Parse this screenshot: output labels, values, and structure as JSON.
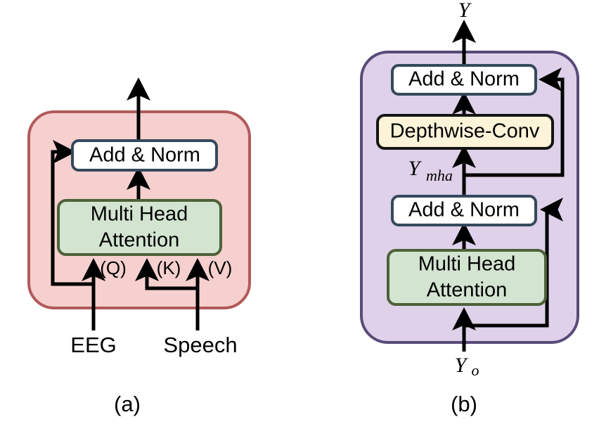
{
  "figure": {
    "type": "architecture-diagram",
    "background": "#ffffff",
    "panels": [
      {
        "id": "a",
        "caption": "(a)",
        "fill": "#f6cfcf",
        "stroke": "#b25a5a",
        "nodes": [
          {
            "id": "a-add-norm",
            "label": "Add & Norm",
            "fill": "#ffffff",
            "stroke": "#35495c"
          },
          {
            "id": "a-mha",
            "label_line1": "Multi Head",
            "label_line2": "Attention",
            "fill": "#d3e4d1",
            "stroke": "#4d6138"
          }
        ],
        "ports": [
          "(Q)",
          "(K)",
          "(V)"
        ],
        "inputs": [
          "EEG",
          "Speech"
        ]
      },
      {
        "id": "b",
        "caption": "(b)",
        "fill": "#ded1e9",
        "stroke": "#584a78",
        "nodes": [
          {
            "id": "b-add-norm-top",
            "label": "Add & Norm",
            "fill": "#ffffff",
            "stroke": "#35495c"
          },
          {
            "id": "b-depthwise-conv",
            "label": "Depthwise-Conv",
            "fill": "#fdf3d8",
            "stroke": "#151515"
          },
          {
            "id": "b-add-norm-bottom",
            "label": "Add & Norm",
            "fill": "#ffffff",
            "stroke": "#35495c"
          },
          {
            "id": "b-mha",
            "label_line1": "Multi Head",
            "label_line2": "Attention",
            "fill": "#d3e4d1",
            "stroke": "#4d6138"
          }
        ],
        "signals": {
          "output": {
            "base": "Y",
            "sub": ""
          },
          "intermediate": {
            "base": "Y",
            "sub": "mha"
          },
          "input": {
            "base": "Y",
            "sub": "o"
          }
        }
      }
    ],
    "colors": {
      "panel_a_fill": "#f6cfcf",
      "panel_a_stroke": "#b25a5a",
      "panel_b_fill": "#ded1e9",
      "panel_b_stroke": "#584a78",
      "add_norm_fill": "#ffffff",
      "add_norm_stroke": "#35495c",
      "mha_fill": "#d3e4d1",
      "mha_stroke": "#4d6138",
      "conv_fill": "#fdf3d8",
      "conv_stroke": "#151515",
      "arrow": "#000000"
    }
  }
}
